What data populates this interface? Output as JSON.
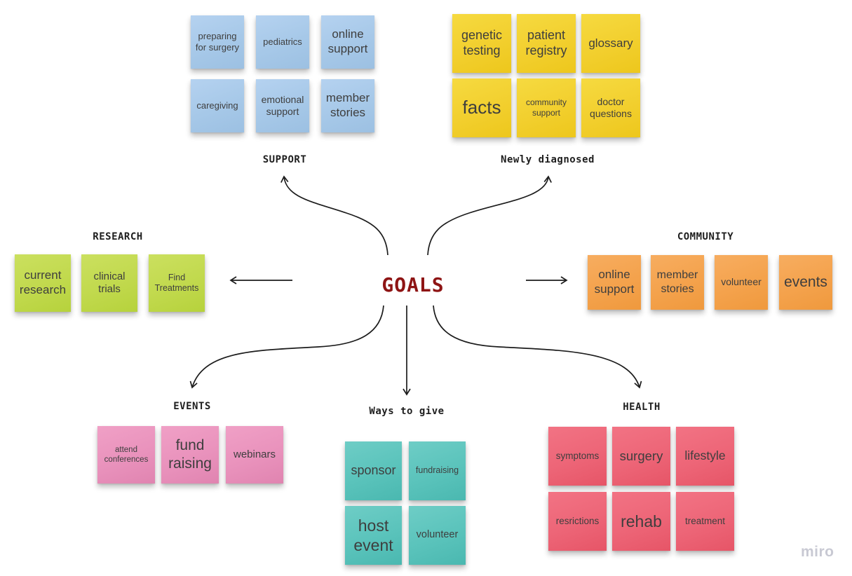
{
  "board": {
    "app": "miro",
    "center": {
      "label": "GOALS",
      "color": "#8e1414"
    },
    "ink_color": "#1c1c1c",
    "watermark": "miro",
    "groups": [
      {
        "id": "support",
        "label": "SUPPORT",
        "color": "#a6c8e8",
        "notes": [
          "preparing for surgery",
          "pediatrics",
          "online support",
          "caregiving",
          "emotional support",
          "member stories"
        ]
      },
      {
        "id": "newly-diagnosed",
        "label": "Newly diagnosed",
        "color": "#f2cf2e",
        "notes": [
          "genetic testing",
          "patient registry",
          "glossary",
          "facts",
          "community support",
          "doctor questions"
        ]
      },
      {
        "id": "research",
        "label": "RESEARCH",
        "color": "#c1d94d",
        "notes": [
          "current research",
          "clinical trials",
          "Find Treatments"
        ]
      },
      {
        "id": "community",
        "label": "COMMUNITY",
        "color": "#f4a24c",
        "notes": [
          "online support",
          "member stories",
          "volunteer",
          "events"
        ]
      },
      {
        "id": "events",
        "label": "EVENTS",
        "color": "#e992bc",
        "notes": [
          "attend conferences",
          "fund raising",
          "webinars"
        ]
      },
      {
        "id": "ways-to-give",
        "label": "Ways to give",
        "color": "#5ac3bb",
        "notes": [
          "sponsor",
          "fundraising",
          "host event",
          "volunteer"
        ]
      },
      {
        "id": "health",
        "label": "HEALTH",
        "color": "#ed6577",
        "notes": [
          "symptoms",
          "surgery",
          "lifestyle",
          "resrictions",
          "rehab",
          "treatment"
        ]
      }
    ],
    "connectors": [
      {
        "from": "GOALS",
        "to": "SUPPORT"
      },
      {
        "from": "GOALS",
        "to": "Newly diagnosed"
      },
      {
        "from": "GOALS",
        "to": "RESEARCH"
      },
      {
        "from": "GOALS",
        "to": "COMMUNITY"
      },
      {
        "from": "GOALS",
        "to": "EVENTS"
      },
      {
        "from": "GOALS",
        "to": "Ways to give"
      },
      {
        "from": "GOALS",
        "to": "HEALTH"
      }
    ]
  }
}
